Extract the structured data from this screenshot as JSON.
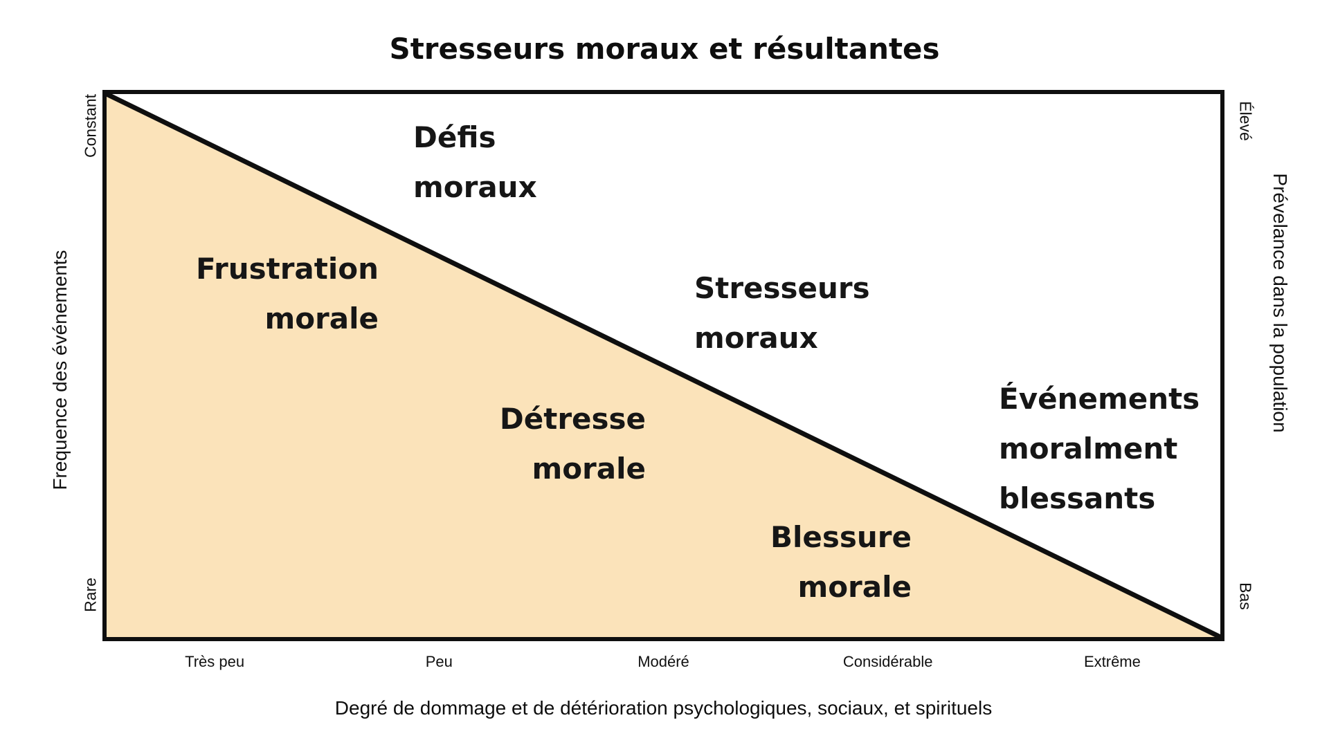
{
  "title": "Stresseurs moraux et résultantes",
  "colors": {
    "area_fill": "#FBE3BA",
    "line": "#0f0f0f",
    "text": "#111111"
  },
  "axes": {
    "left": {
      "title": "Frequence des événements",
      "top_label": "Constant",
      "bottom_label": "Rare"
    },
    "right": {
      "title": "Prévelance dans la population",
      "top_label": "Élevé",
      "bottom_label": "Bas"
    },
    "bottom": {
      "title": "Degré de dommage et de détérioration psychologiques, sociaux, et spirituels",
      "ticks": [
        "Très peu",
        "Peu",
        "Modéré",
        "Considérable",
        "Extrême"
      ]
    }
  },
  "zones": {
    "defis_moraux": "Défis\nmoraux",
    "frustration_morale": "Frustration\nmorale",
    "stresseurs_moraux": "Stresseurs\nmoraux",
    "detresse_morale": "Détresse\nmorale",
    "evenements_moralement_blessants": "Événements\nmoralment\nblessants",
    "blessure_morale": "Blessure\nmorale"
  },
  "chart_data": {
    "type": "area",
    "title": "Stresseurs moraux et résultantes",
    "xlabel": "Degré de dommage et de détérioration psychologiques, sociaux, et spirituels",
    "x_ticks": [
      "Très peu",
      "Peu",
      "Modéré",
      "Considérable",
      "Extrême"
    ],
    "ylabel_left": "Frequence des événements",
    "y_left_range": [
      "Rare",
      "Constant"
    ],
    "ylabel_right": "Prévelance dans la population",
    "y_right_range": [
      "Bas",
      "Élevé"
    ],
    "grid": false,
    "legend": false,
    "series": [
      {
        "name": "diagonale",
        "x": [
          0,
          1
        ],
        "y": [
          1,
          0
        ],
        "style": "straight black line from top-left to bottom-right; area below filled #FBE3BA"
      }
    ],
    "annotations": [
      {
        "label": "Défis moraux",
        "region": "above-line",
        "x": 0.28,
        "y": 0.87
      },
      {
        "label": "Frustration morale",
        "region": "below-line (filled)",
        "x": 0.14,
        "y": 0.63
      },
      {
        "label": "Stresseurs moraux",
        "region": "above-line",
        "x": 0.56,
        "y": 0.58
      },
      {
        "label": "Détresse morale",
        "region": "below-line (filled)",
        "x": 0.43,
        "y": 0.34
      },
      {
        "label": "Événements moralment blessants",
        "region": "above-line",
        "x": 0.87,
        "y": 0.31
      },
      {
        "label": "Blessure morale",
        "region": "below-line (filled)",
        "x": 0.69,
        "y": 0.13
      }
    ]
  }
}
